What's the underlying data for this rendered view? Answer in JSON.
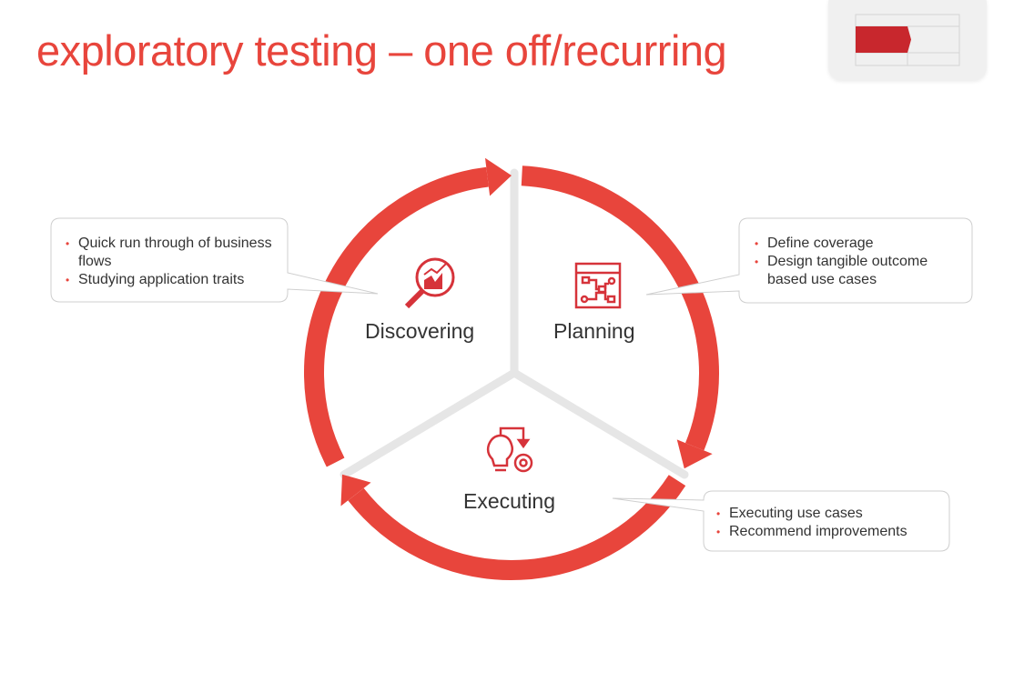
{
  "title": "exploratory testing – one off/recurring",
  "colors": {
    "accent": "#e8453c",
    "divider": "#e6e6e6"
  },
  "stages": [
    {
      "label": "Discovering",
      "icon": "magnifier-chart-icon"
    },
    {
      "label": "Planning",
      "icon": "workflow-window-icon"
    },
    {
      "label": "Executing",
      "icon": "bulb-gear-icon"
    }
  ],
  "callouts": {
    "discovering": [
      "Quick run through of business flows",
      "Studying application traits"
    ],
    "planning": [
      "Define coverage",
      "Design tangible outcome based use cases"
    ],
    "executing": [
      "Executing use cases",
      "Recommend improvements"
    ]
  }
}
